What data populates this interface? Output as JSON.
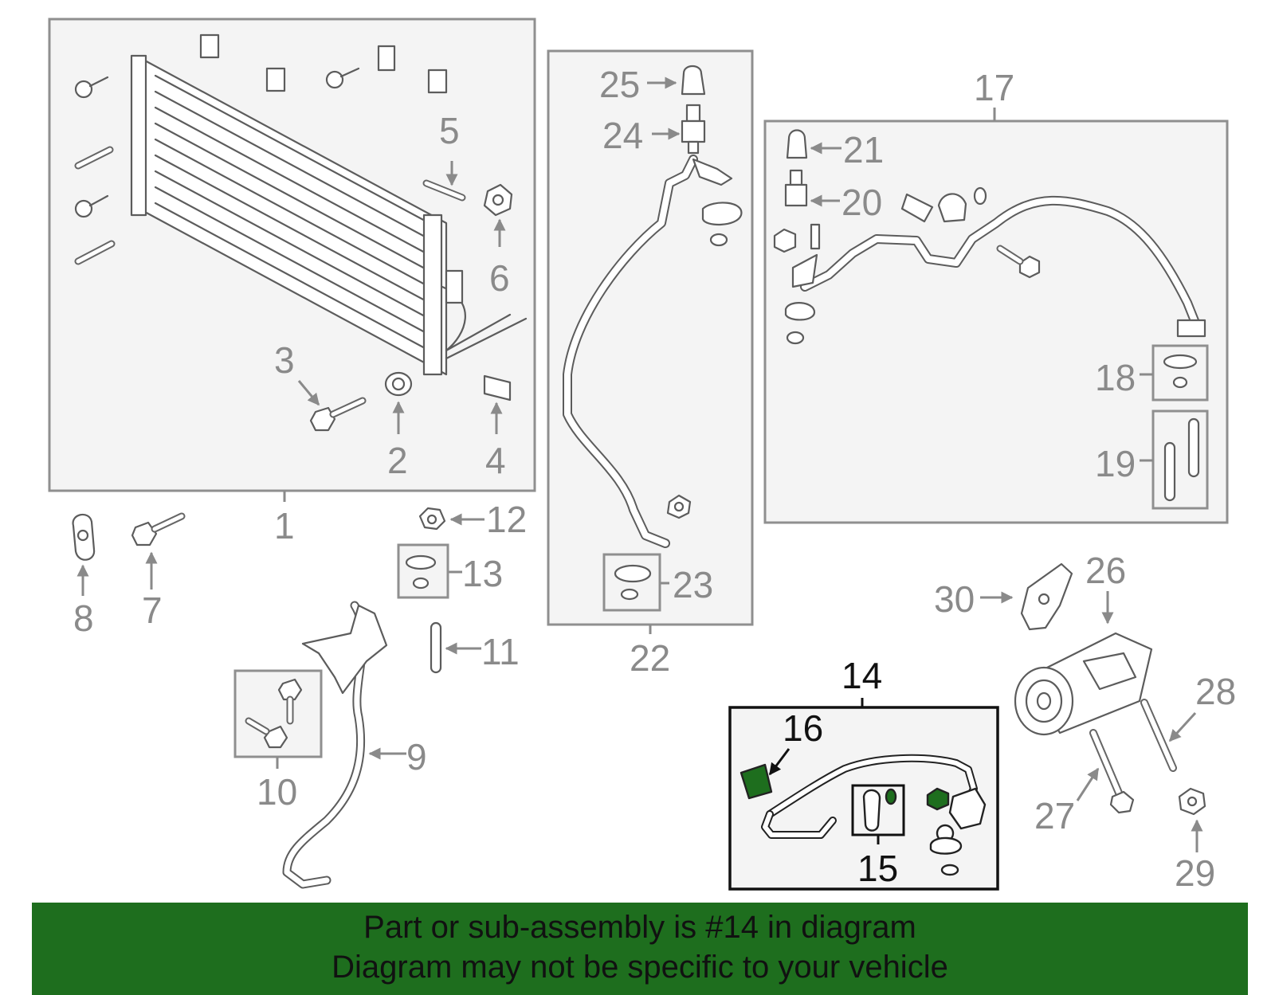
{
  "diagram": {
    "callouts": [
      "1",
      "2",
      "3",
      "4",
      "5",
      "6",
      "7",
      "8",
      "9",
      "10",
      "11",
      "12",
      "13",
      "14",
      "15",
      "16",
      "17",
      "18",
      "19",
      "20",
      "21",
      "22",
      "23",
      "24",
      "25",
      "26",
      "27",
      "28",
      "29",
      "30"
    ],
    "highlight_color": "#1e6e1e",
    "selected_part": "14"
  },
  "banner": {
    "line1": "Part or sub-assembly is #14 in diagram",
    "line2": "Diagram may not be specific to your vehicle",
    "background": "#1e6e1e"
  }
}
